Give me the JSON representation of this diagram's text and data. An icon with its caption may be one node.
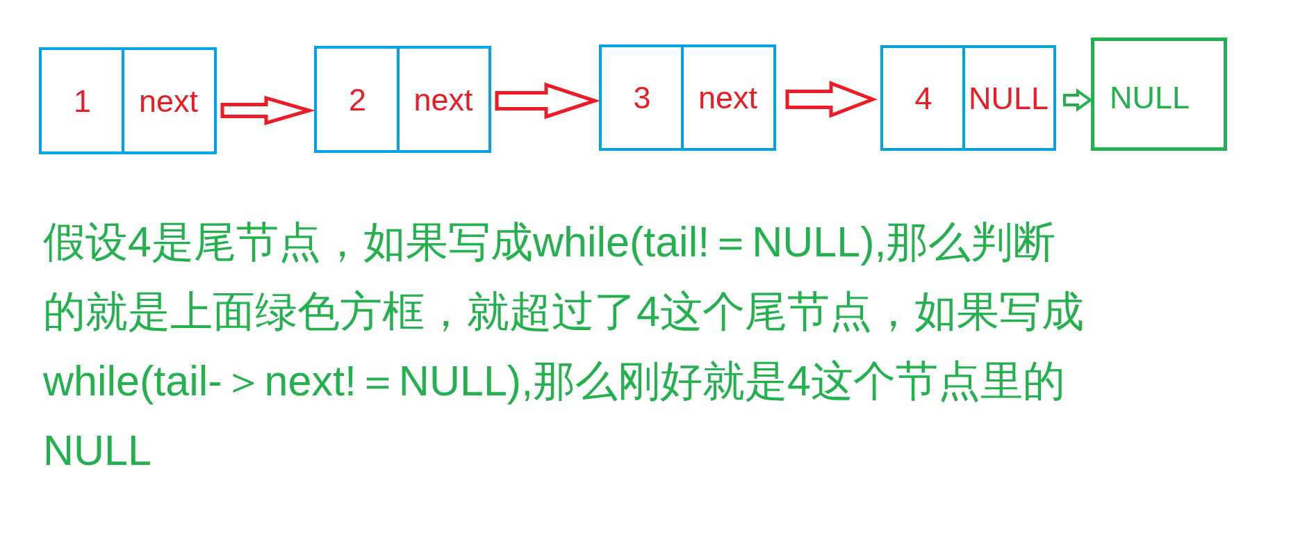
{
  "diagram": {
    "nodes": [
      {
        "text": [
          "1",
          "next"
        ]
      },
      {
        "text": [
          "2",
          "next"
        ]
      },
      {
        "text": [
          "3",
          "next"
        ]
      },
      {
        "text": [
          "4",
          "NULL"
        ]
      },
      {
        "text": [
          "NULL"
        ]
      }
    ],
    "edges": [
      {
        "from": 0,
        "to": 1,
        "arrow": "to"
      },
      {
        "from": 1,
        "to": 2,
        "arrow": "to"
      },
      {
        "from": 2,
        "to": 3,
        "arrow": "to"
      },
      {
        "from": 3,
        "to": 4,
        "arrow": "to",
        "color": "#22b14c"
      }
    ],
    "labels": [
      "假设4是尾节点，如果写成while(tail!＝NULL),那么判断的就是上面绿色方框，就超过了4这个尾节点，如果写成while(tail-＞next!＝NULL),那么刚好就是4这个节点里的NULL"
    ]
  }
}
